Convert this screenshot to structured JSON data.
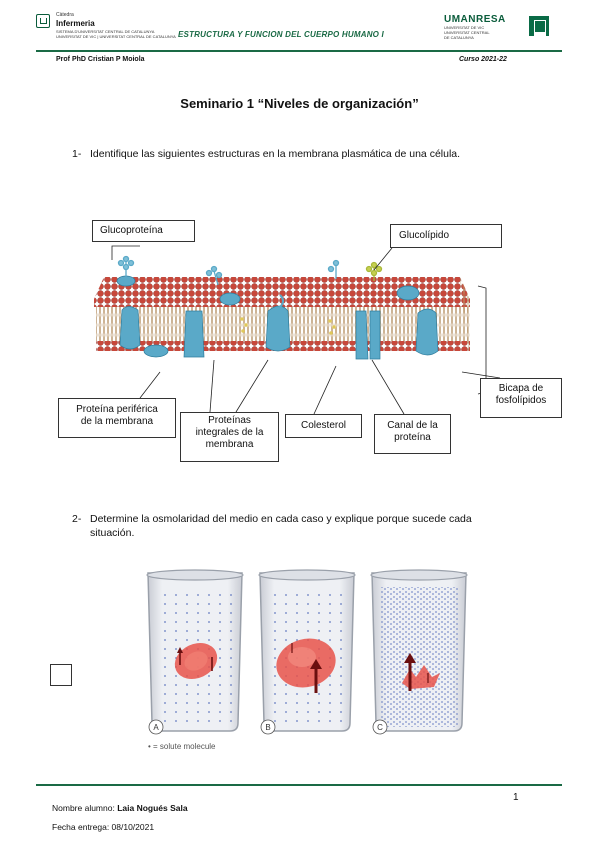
{
  "header": {
    "logo_left": {
      "line1": "Càtedra",
      "line2": "Infermeria",
      "line3": "SISTEMA D'UNIVERSITAT CENTRAL DE CATALUNYA",
      "line4": "UNIVERSITAT DE VIC | UNIVERSITAT CENTRAL DE CATALUNYA"
    },
    "title": "ESTRUCTURA Y FUNCION DEL CUERPO HUMANO I",
    "logo_right": {
      "brand": "UMANRESA",
      "sub1": "UNIVERSITAT DE VIC",
      "sub2": "UNIVERSITAT CENTRAL",
      "sub3": "DE CATALUNYA"
    },
    "professor": "Prof PhD Cristian P Moiola",
    "course": "Curso 2021-22"
  },
  "page_title": "Seminario 1 “Niveles de organización”",
  "question1": {
    "number": "1-",
    "text": "Identifique las siguientes estructuras en la membrana plasmática de una célula."
  },
  "membrane_labels": {
    "glucoproteina": "Glucoproteína",
    "glucolipido": "Glucolípido",
    "proteina_periferica_l1": "Proteína periférica",
    "proteina_periferica_l2": "de la membrana",
    "proteinas_integrales_l1": "Proteínas",
    "proteinas_integrales_l2": "integrales de la",
    "proteinas_integrales_l3": "membrana",
    "colesterol": "Colesterol",
    "canal_l1": "Canal de la",
    "canal_l2": "proteína",
    "bicapa_l1": "Bicapa de",
    "bicapa_l2": "fosfolípidos"
  },
  "question2": {
    "number": "2-",
    "line1": "Determine la osmolaridad del medio en cada caso y explique porque sucede cada",
    "line2": "situación."
  },
  "beakers": {
    "labels": [
      "A",
      "B",
      "C"
    ],
    "legend": "• = solute molecule"
  },
  "footer": {
    "page_number": "1",
    "name_label": "Nombre alumno:",
    "name_value": "Laia Nogués Sala",
    "date": "Fecha entrega: 08/10/2021"
  },
  "colors": {
    "accent_green": "#1a6a45",
    "phospholipid_head": "#c8473a",
    "protein_blue": "#5aa9c8",
    "cell_red": "#e8544a"
  }
}
